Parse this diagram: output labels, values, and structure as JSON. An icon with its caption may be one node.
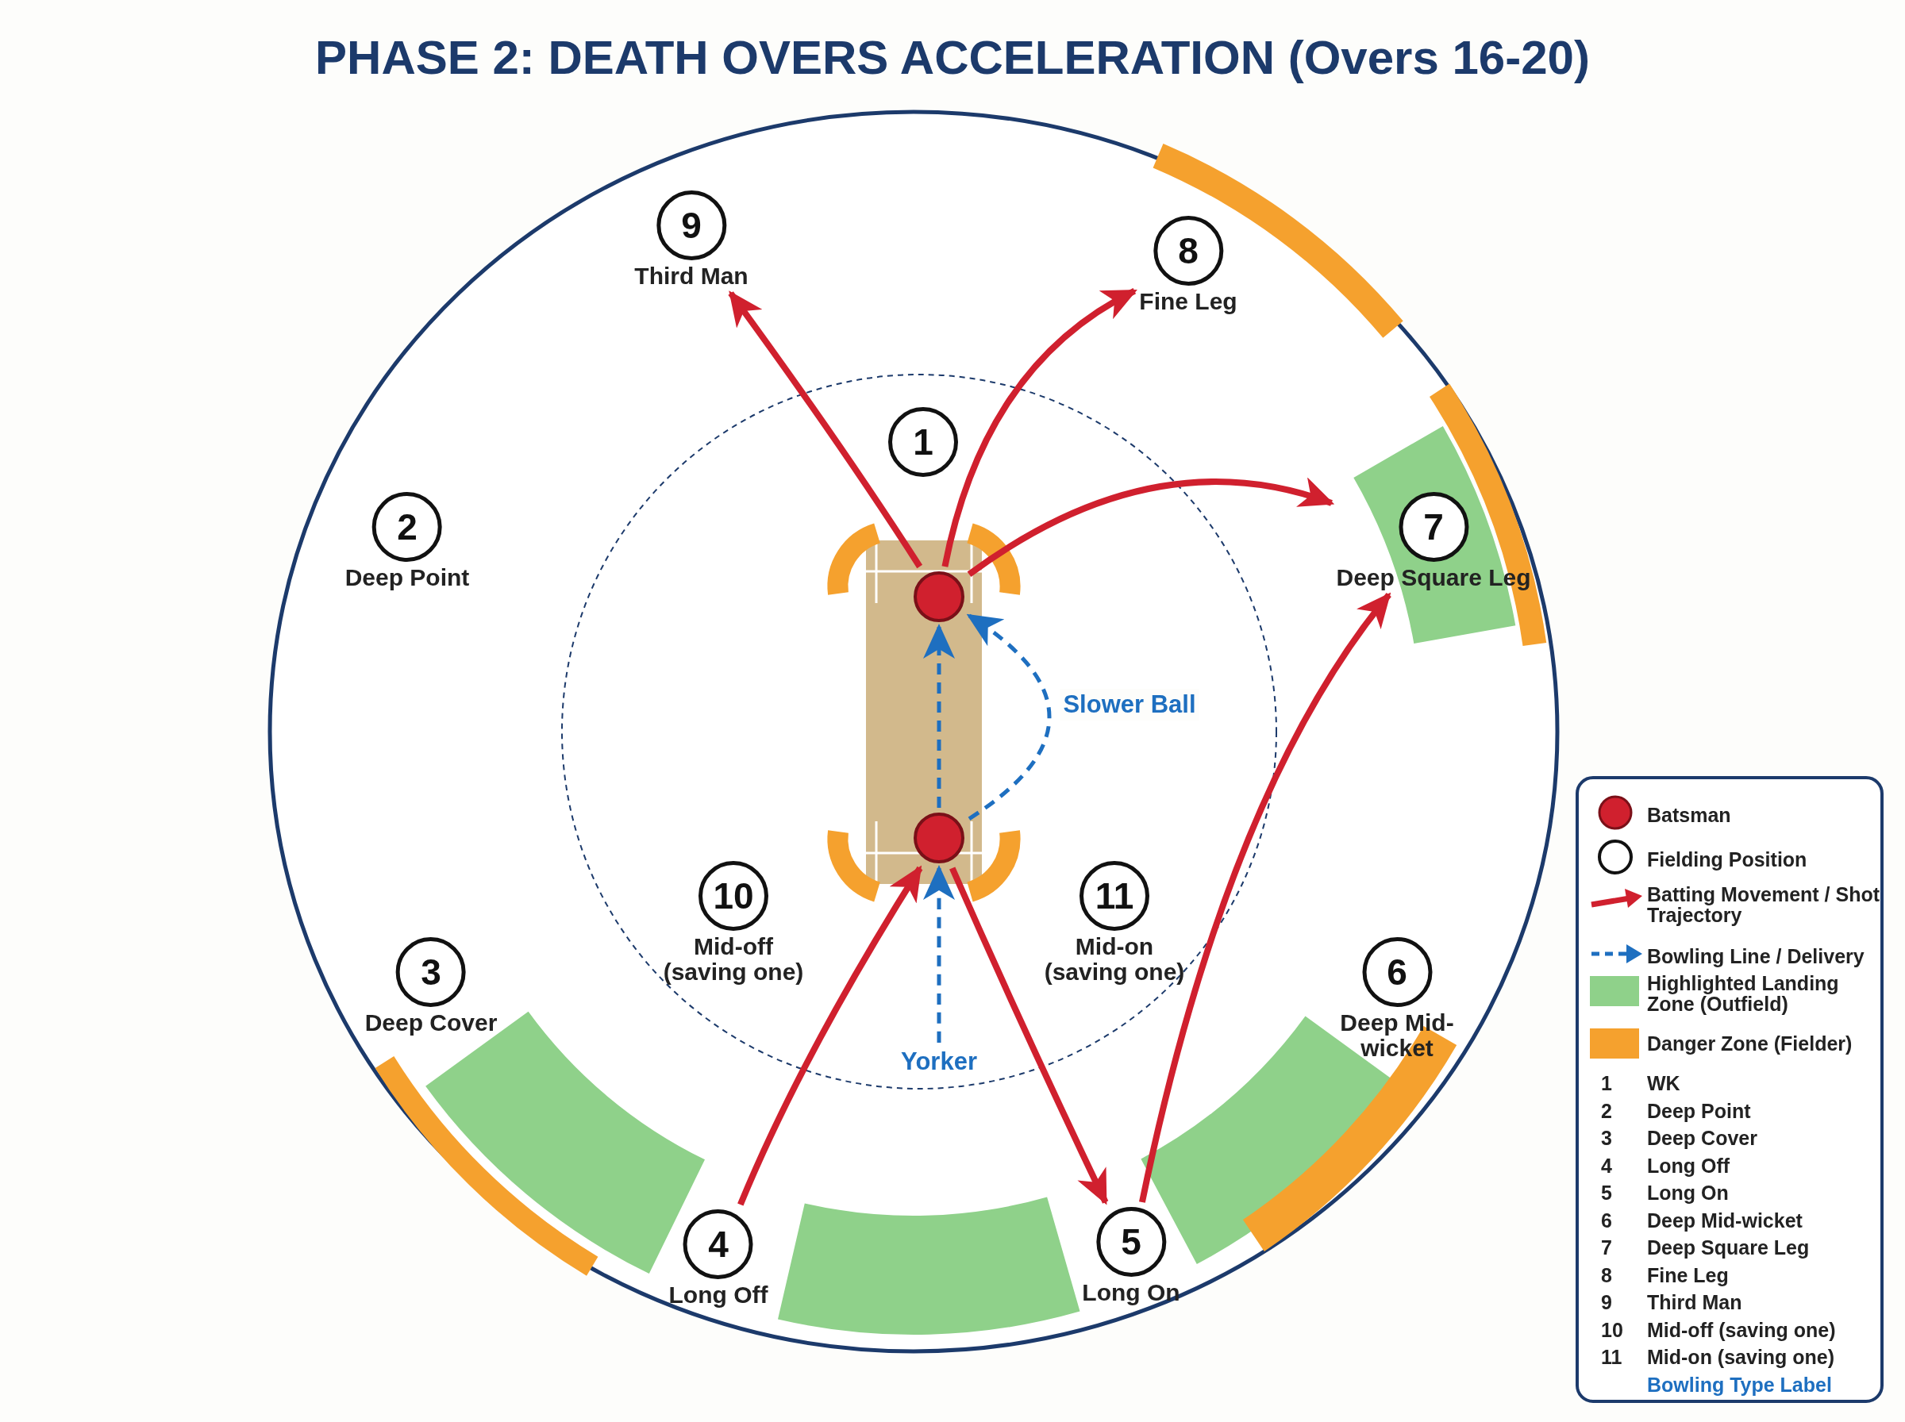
{
  "diagram": {
    "title": "PHASE 2: DEATH OVERS ACCELERATION (Overs 16-20)",
    "nodes": [
      {
        "text": [
          "9"
        ],
        "beside": [
          "Third Man"
        ]
      },
      {
        "text": [
          "8"
        ],
        "beside": [
          "Fine Leg"
        ]
      },
      {
        "text": [
          "1"
        ]
      },
      {
        "text": [
          "2"
        ],
        "beside": [
          "Deep Point"
        ]
      },
      {
        "text": [
          "7"
        ],
        "beside": [
          "Deep Square Leg"
        ]
      },
      {
        "text": [],
        "shape": "circle"
      },
      {
        "text": [],
        "shape": "circle"
      },
      {
        "text": [
          "10"
        ],
        "beside": [
          "Mid-off (saving one)"
        ]
      },
      {
        "text": [
          "11"
        ],
        "beside": [
          "Mid-on (saving one)"
        ]
      },
      {
        "text": [
          "3"
        ],
        "beside": [
          "Deep Cover"
        ]
      },
      {
        "text": [
          "6"
        ],
        "beside": [
          "Deep Mid-wicket"
        ]
      },
      {
        "text": [
          "Yorker"
        ]
      },
      {
        "text": [
          "4"
        ],
        "beside": [
          "Long Off"
        ]
      },
      {
        "text": [
          "5"
        ],
        "beside": [
          "Long On"
        ]
      }
    ],
    "edges": [
      {
        "from": 5,
        "to": 0,
        "arrow": "to"
      },
      {
        "from": 5,
        "to": 1,
        "arrow": "to"
      },
      {
        "from": 5,
        "to": 4,
        "arrow": "to"
      },
      {
        "from": 12,
        "to": 6,
        "arrow": "to"
      },
      {
        "from": 6,
        "to": 13,
        "arrow": "to"
      },
      {
        "from": 13,
        "to": 4,
        "arrow": "to"
      },
      {
        "from": 6,
        "to": 5,
        "arrow": "to",
        "style": "dashed",
        "color": "#1e6fc0"
      },
      {
        "from": 6,
        "to": 5,
        "arrow": "to",
        "label": "Slower Ball",
        "style": "dashed",
        "color": "#1e6fc0"
      },
      {
        "from": 11,
        "to": 6,
        "arrow": "to",
        "style": "dashed",
        "color": "#1e6fc0"
      }
    ],
    "labels": [
      "1",
      "WK",
      "2",
      "Deep Point",
      "3",
      "Deep Cover",
      "4",
      "Long Off",
      "5",
      "Long On",
      "6",
      "Deep Mid-wicket",
      "7",
      "Deep Square Leg",
      "8",
      "Fine Leg",
      "9",
      "Third Man",
      "10",
      "Mid-off (saving one)",
      "11",
      "Mid-on (saving one)",
      "Bowling Type Label"
    ],
    "legend": [
      {
        "text": "Batsman"
      },
      {
        "text": "Fielding Position"
      },
      {
        "text": "Batting Movement / Shot Trajectory"
      },
      {
        "text": "Bowling Line / Delivery"
      },
      {
        "text": "Highlighted Landing Zone (Outfield)",
        "color": "#8fd18a"
      },
      {
        "text": "Danger Zone (Fielder)",
        "color": "#f5a12e"
      }
    ]
  }
}
